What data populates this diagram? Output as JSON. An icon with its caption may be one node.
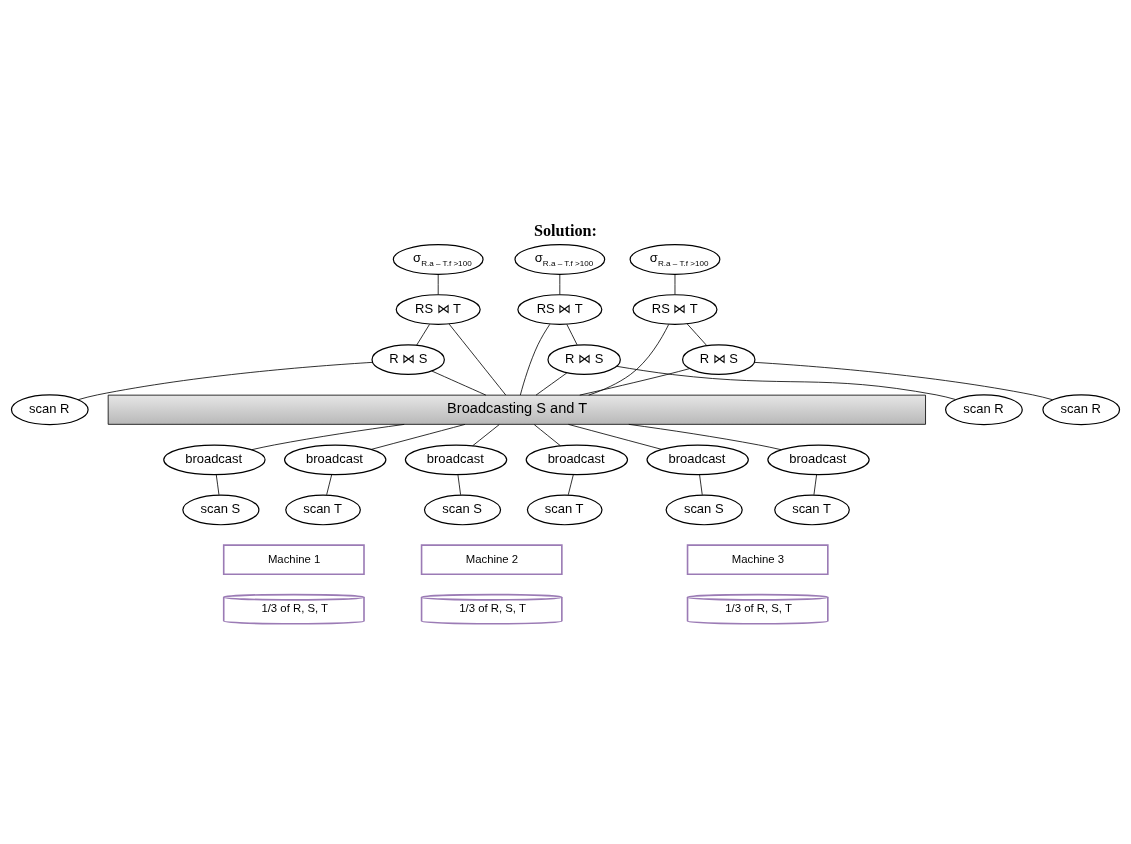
{
  "diagram": {
    "title": "Solution:",
    "nodes": [
      {
        "text": [
          "σ$_{R.a – T.f >100}$"
        ]
      },
      {
        "text": [
          "RS ⋈ T"
        ]
      },
      {
        "text": [
          "R ⋈ S"
        ]
      },
      {
        "text": [
          "scan R"
        ]
      },
      {
        "text": [
          "σ$_{R.a – T.f >100}$"
        ]
      },
      {
        "text": [
          "RS ⋈ T"
        ]
      },
      {
        "text": [
          "R ⋈ S"
        ]
      },
      {
        "text": [
          "scan R"
        ]
      },
      {
        "text": [
          "σ$_{R.a – T.f >100}$"
        ]
      },
      {
        "text": [
          "RS ⋈ T"
        ]
      },
      {
        "text": [
          "R ⋈ S"
        ]
      },
      {
        "text": [
          "scan R"
        ]
      },
      {
        "text": [
          "Broadcasting S and T"
        ]
      },
      {
        "text": [
          "broadcast"
        ]
      },
      {
        "text": [
          "broadcast"
        ]
      },
      {
        "text": [
          "scan S"
        ]
      },
      {
        "text": [
          "scan T"
        ]
      },
      {
        "text": [
          "Machine 1"
        ]
      },
      {
        "text": [
          "1/3 of R, S, T"
        ]
      },
      {
        "text": [
          "broadcast"
        ]
      },
      {
        "text": [
          "broadcast"
        ]
      },
      {
        "text": [
          "scan S"
        ]
      },
      {
        "text": [
          "scan T"
        ]
      },
      {
        "text": [
          "Machine 2"
        ]
      },
      {
        "text": [
          "1/3 of R, S, T"
        ]
      },
      {
        "text": [
          "broadcast"
        ]
      },
      {
        "text": [
          "broadcast"
        ]
      },
      {
        "text": [
          "scan S"
        ]
      },
      {
        "text": [
          "scan T"
        ]
      },
      {
        "text": [
          "Machine 3"
        ]
      },
      {
        "text": [
          "1/3 of R, S, T"
        ]
      }
    ],
    "edges": [
      {
        "from": 0,
        "to": 1,
        "arrow": "none"
      },
      {
        "from": 1,
        "to": 2,
        "arrow": "none"
      },
      {
        "from": 1,
        "to": 12,
        "arrow": "none"
      },
      {
        "from": 2,
        "to": 3,
        "arrow": "none"
      },
      {
        "from": 2,
        "to": 12,
        "arrow": "none"
      },
      {
        "from": 4,
        "to": 5,
        "arrow": "none"
      },
      {
        "from": 5,
        "to": 6,
        "arrow": "none"
      },
      {
        "from": 5,
        "to": 12,
        "arrow": "none"
      },
      {
        "from": 6,
        "to": 7,
        "arrow": "none"
      },
      {
        "from": 6,
        "to": 12,
        "arrow": "none"
      },
      {
        "from": 8,
        "to": 9,
        "arrow": "none"
      },
      {
        "from": 9,
        "to": 10,
        "arrow": "none"
      },
      {
        "from": 9,
        "to": 12,
        "arrow": "none"
      },
      {
        "from": 10,
        "to": 11,
        "arrow": "none"
      },
      {
        "from": 10,
        "to": 12,
        "arrow": "none"
      },
      {
        "from": 12,
        "to": 13,
        "arrow": "none"
      },
      {
        "from": 12,
        "to": 14,
        "arrow": "none"
      },
      {
        "from": 13,
        "to": 15,
        "arrow": "none"
      },
      {
        "from": 14,
        "to": 16,
        "arrow": "none"
      },
      {
        "from": 12,
        "to": 19,
        "arrow": "none"
      },
      {
        "from": 12,
        "to": 20,
        "arrow": "none"
      },
      {
        "from": 19,
        "to": 21,
        "arrow": "none"
      },
      {
        "from": 20,
        "to": 22,
        "arrow": "none"
      },
      {
        "from": 12,
        "to": 25,
        "arrow": "none"
      },
      {
        "from": 12,
        "to": 26,
        "arrow": "none"
      },
      {
        "from": 25,
        "to": 27,
        "arrow": "none"
      },
      {
        "from": 26,
        "to": 28,
        "arrow": "none"
      }
    ]
  }
}
